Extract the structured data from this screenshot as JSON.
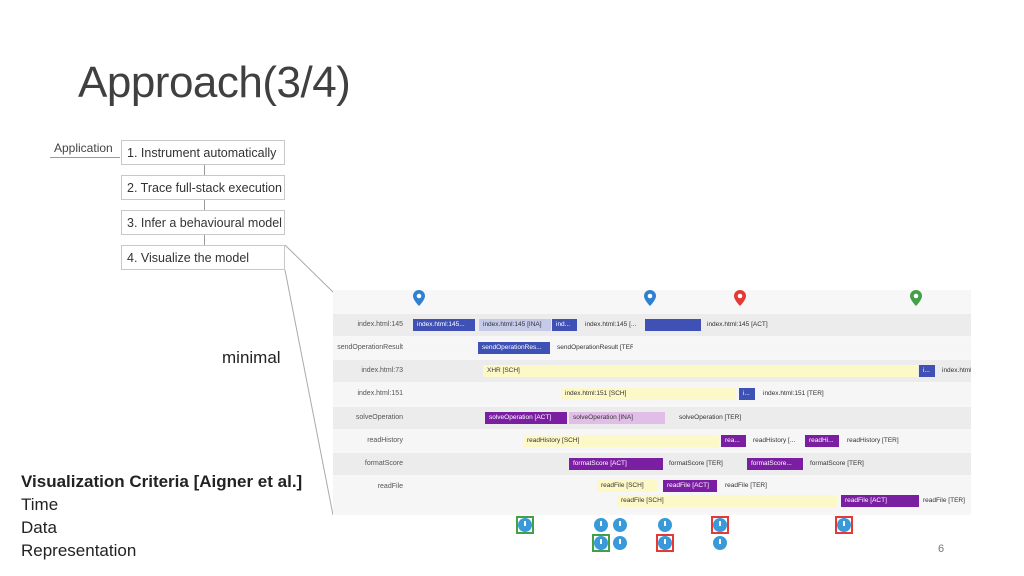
{
  "slide": {
    "title": "Approach(3/4)",
    "page_number": "6",
    "minimal_label": "minimal"
  },
  "pipeline": {
    "app_label": "Application",
    "steps": [
      "1. Instrument automatically",
      "2. Trace full-stack execution",
      "3. Infer a behavioural model",
      "4. Visualize the model"
    ]
  },
  "criteria": {
    "heading": "Visualization Criteria [Aigner et al.]",
    "items": [
      "Time",
      "Data",
      "Representation"
    ]
  },
  "timeline": {
    "rows": [
      {
        "label": "index.html:145",
        "bars": [
          {
            "text": "index.html:145...",
            "color": "#3f51b5",
            "fg": "#ffffff"
          },
          {
            "text": "index.html:145 [INA]",
            "color": "#c5cae9",
            "fg": "#333333"
          },
          {
            "text": "ind...",
            "color": "#3f51b5",
            "fg": "#ffffff"
          },
          {
            "text": "index.html:145 [...",
            "color": "",
            "fg": "#333333"
          },
          {
            "text": "",
            "color": "#3f51b5",
            "fg": "#ffffff"
          },
          {
            "text": "index.html:145 [ACT]",
            "color": "",
            "fg": "#333333"
          }
        ]
      },
      {
        "label": "sendOperationResult",
        "bars": [
          {
            "text": "sendOperationRes...",
            "color": "#3f51b5",
            "fg": "#ffffff"
          },
          {
            "text": "sendOperationResult [TER]",
            "color": "",
            "fg": "#333333"
          }
        ]
      },
      {
        "label": "index.html:73",
        "bars": [
          {
            "text": "XHR [SCH]",
            "color": "#fdf8c8",
            "fg": "#333333"
          },
          {
            "text": "i...",
            "color": "#3f51b5",
            "fg": "#ffffff"
          },
          {
            "text": "index.html",
            "color": "",
            "fg": "#333333"
          }
        ]
      },
      {
        "label": "index.html:151",
        "bars": [
          {
            "text": "index.html:151 [SCH]",
            "color": "#fdf8c8",
            "fg": "#333333"
          },
          {
            "text": "i...",
            "color": "#3f51b5",
            "fg": "#ffffff"
          },
          {
            "text": "index.html:151 [TER]",
            "color": "",
            "fg": "#333333"
          }
        ]
      },
      {
        "label": "solveOperation",
        "bars": [
          {
            "text": "solveOperation [ACT]",
            "color": "#7b1fa2",
            "fg": "#ffffff"
          },
          {
            "text": "solveOperation [INA]",
            "color": "#e1bee7",
            "fg": "#333333"
          },
          {
            "text": "solveOperation [TER]",
            "color": "",
            "fg": "#333333"
          }
        ]
      },
      {
        "label": "readHistory",
        "bars": [
          {
            "text": "readHistory [SCH]",
            "color": "#fdf8c8",
            "fg": "#333333"
          },
          {
            "text": "rea...",
            "color": "#7b1fa2",
            "fg": "#ffffff"
          },
          {
            "text": "readHistory [...",
            "color": "",
            "fg": "#333333"
          },
          {
            "text": "readHi...",
            "color": "#7b1fa2",
            "fg": "#ffffff"
          },
          {
            "text": "readHistory [TER]",
            "color": "",
            "fg": "#333333"
          }
        ]
      },
      {
        "label": "formatScore",
        "bars": [
          {
            "text": "formatScore [ACT]",
            "color": "#7b1fa2",
            "fg": "#ffffff"
          },
          {
            "text": "formatScore [TER]",
            "color": "",
            "fg": "#333333"
          },
          {
            "text": "formatScore...",
            "color": "#7b1fa2",
            "fg": "#ffffff"
          },
          {
            "text": "formatScore [TER]",
            "color": "",
            "fg": "#333333"
          }
        ]
      },
      {
        "label": "readFile",
        "bars": [
          {
            "text": "readFile [SCH]",
            "color": "#fdf8c8",
            "fg": "#333333"
          },
          {
            "text": "readFile [ACT]",
            "color": "#7b1fa2",
            "fg": "#ffffff"
          },
          {
            "text": "readFile [TER]",
            "color": "",
            "fg": "#333333"
          },
          {
            "text": "readFile [SCH]",
            "color": "#fdf8c8",
            "fg": "#333333"
          },
          {
            "text": "readFile [ACT]",
            "color": "#7b1fa2",
            "fg": "#ffffff"
          },
          {
            "text": "readFile [TER]",
            "color": "",
            "fg": "#333333"
          }
        ]
      }
    ],
    "pins": [
      {
        "color": "#2f80d1",
        "icon": "location-pin-icon"
      },
      {
        "color": "#2f80d1",
        "icon": "location-pin-icon"
      },
      {
        "color": "#e53935",
        "icon": "location-pin-icon"
      },
      {
        "color": "#43a047",
        "icon": "location-pin-icon"
      }
    ],
    "event_icons": [
      {
        "icon": "clock-icon",
        "frame": "#43a047"
      },
      {
        "icon": "clock-icon",
        "frame": ""
      },
      {
        "icon": "clock-icon",
        "frame": ""
      },
      {
        "icon": "clock-icon",
        "frame": ""
      },
      {
        "icon": "clock-icon",
        "frame": "#e53935"
      },
      {
        "icon": "clock-icon",
        "frame": "#e53935"
      },
      {
        "icon": "clock-icon",
        "frame": "#43a047"
      },
      {
        "icon": "clock-icon",
        "frame": ""
      },
      {
        "icon": "clock-icon",
        "frame": "#e53935"
      },
      {
        "icon": "clock-icon",
        "frame": ""
      }
    ]
  }
}
